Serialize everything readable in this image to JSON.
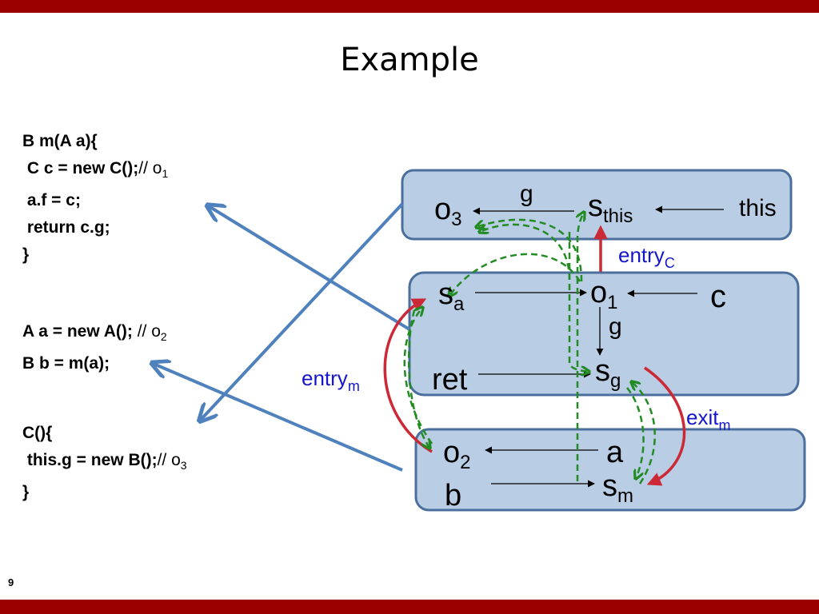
{
  "slide": {
    "title": "Example",
    "number": "9"
  },
  "code": {
    "method_m": [
      {
        "bold": "B m(A a){",
        "comment": "",
        "sub": ""
      },
      {
        "bold": " C c = new C();",
        "comment": "// o",
        "sub": "1"
      },
      {
        "bold": " a.f = c;",
        "comment": "",
        "sub": ""
      },
      {
        "bold": " return c.g;",
        "comment": "",
        "sub": ""
      },
      {
        "bold": "}",
        "comment": "",
        "sub": ""
      }
    ],
    "main": [
      {
        "bold": "A a = new A(); ",
        "comment": "// o",
        "sub": "2"
      },
      {
        "bold": "B b = m(a);",
        "comment": "",
        "sub": ""
      }
    ],
    "constructor_c": [
      {
        "bold": "C(){",
        "comment": "",
        "sub": ""
      },
      {
        "bold": " this.g = new B();",
        "comment": "// o",
        "sub": "3"
      },
      {
        "bold": "}",
        "comment": "",
        "sub": ""
      }
    ]
  },
  "diagram": {
    "box_constructor": {
      "o3": {
        "base": "o",
        "sub": "3"
      },
      "s_this": {
        "base": "s",
        "sub": "this"
      },
      "this_label": "this",
      "edge_g": "g"
    },
    "box_method": {
      "s_a": {
        "base": "s",
        "sub": "a"
      },
      "o1": {
        "base": "o",
        "sub": "1"
      },
      "c_label": "c",
      "edge_g": "g",
      "ret_label": "ret",
      "s_g": {
        "base": "s",
        "sub": "g"
      }
    },
    "box_main": {
      "o2": {
        "base": "o",
        "sub": "2"
      },
      "a_label": "a",
      "b_label": "b",
      "s_m": {
        "base": "s",
        "sub": "m"
      }
    },
    "labels": {
      "entry_c": {
        "base": "entry",
        "sub": "C"
      },
      "entry_m": {
        "base": "entry",
        "sub": "m"
      },
      "exit_m": {
        "base": "exit",
        "sub": "m"
      }
    },
    "colors": {
      "box_fill": "#b9cde5",
      "box_stroke": "#4a6f9c",
      "link_arrow": "#4f81bd",
      "entry_exit": "#cc2936",
      "flow": "#228b22",
      "label_blue": "#1515cc",
      "banner": "#9b0000"
    }
  }
}
